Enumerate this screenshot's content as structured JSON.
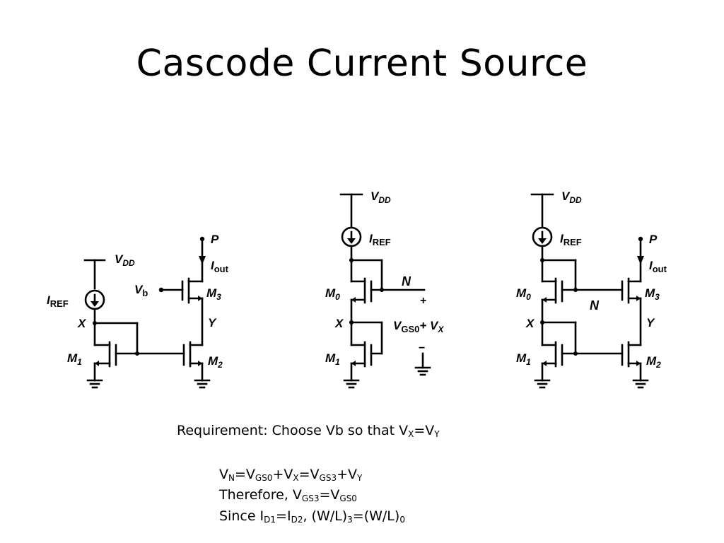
{
  "title": "Cascode Current Source",
  "circuit1": {
    "vdd": "V",
    "vdd_sub": "DD",
    "iref": "I",
    "iref_sub": "REF",
    "node_x": "X",
    "node_y": "Y",
    "node_p": "P",
    "iout": "I",
    "iout_sub": "out",
    "vb": "V",
    "vb_sub": "b",
    "m1": "M",
    "m1_sub": "1",
    "m2": "M",
    "m2_sub": "2",
    "m3": "M",
    "m3_sub": "3"
  },
  "circuit2": {
    "vdd": "V",
    "vdd_sub": "DD",
    "iref": "I",
    "iref_sub": "REF",
    "node_n": "N",
    "node_x": "X",
    "plus": "+",
    "minus": "−",
    "vgs": "V",
    "vgs_sub": "GS0",
    "vgs_tail": "+ V",
    "vgs_tail_sub": "X",
    "m0": "M",
    "m0_sub": "0",
    "m1": "M",
    "m1_sub": "1"
  },
  "circuit3": {
    "vdd": "V",
    "vdd_sub": "DD",
    "iref": "I",
    "iref_sub": "REF",
    "node_p": "P",
    "iout": "I",
    "iout_sub": "out",
    "node_n": "N",
    "node_x": "X",
    "node_y": "Y",
    "m0": "M",
    "m0_sub": "0",
    "m1": "M",
    "m1_sub": "1",
    "m2": "M",
    "m2_sub": "2",
    "m3": "M",
    "m3_sub": "3"
  },
  "text": {
    "requirement": "Requirement: Choose Vb so that V",
    "req_x": "X",
    "req_eq": "=V",
    "req_y": "Y",
    "line1": {
      "a": "V",
      "a_sub": "N",
      "b": "=V",
      "b_sub": "GS0",
      "c": "+V",
      "c_sub": "X",
      "d": "=V",
      "d_sub": "GS3",
      "e": "+V",
      "e_sub": "Y"
    },
    "line2": {
      "a": "Therefore, V",
      "a_sub": "GS3",
      "b": "=V",
      "b_sub": "GS0"
    },
    "line3": {
      "a": "Since I",
      "a_sub": "D1",
      "b": "=I",
      "b_sub": "D2",
      "c": ", (W/L)",
      "c_sub": "3",
      "d": "=(W/L)",
      "d_sub": "0"
    }
  }
}
